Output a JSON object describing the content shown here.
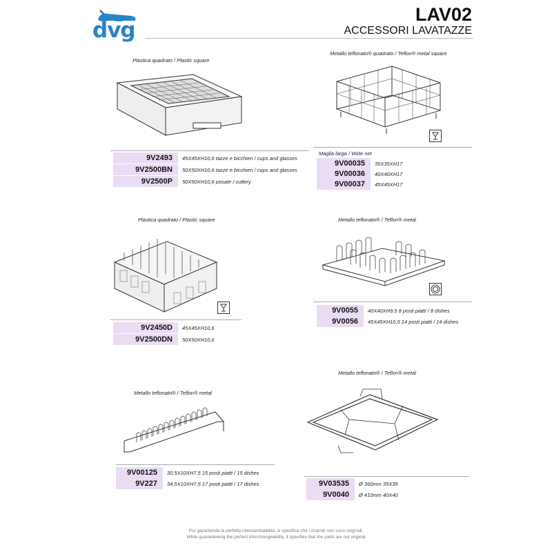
{
  "header": {
    "logo": "dvg",
    "code": "LAV02",
    "subtitle": "ACCESSORI LAVATAZZE"
  },
  "sections": {
    "s1": {
      "caption": "Plastica quadrato / Plastic square",
      "illustration": "plastic-square-rack-icon",
      "products": [
        {
          "code": "9V2493",
          "desc": "45X45XH10,6 tazze e bicchieri / cups and glasses"
        },
        {
          "code": "9V2500BN",
          "desc": "50X50XH10,6 tazze e bicchieri / cups and glasses"
        },
        {
          "code": "9V2500P",
          "desc": "50X50XH10,6 posate / cutlery"
        }
      ]
    },
    "s2": {
      "caption": "Metallo teflonato® quadrato / Teflon® metal square",
      "illustration": "wire-compartment-rack-icon",
      "symbol": "glass-symbol-icon",
      "subcaption": "Maglia larga / Wide net",
      "products": [
        {
          "code": "9V00035",
          "desc": "35X35XH17"
        },
        {
          "code": "9V00036",
          "desc": "40X40XH17"
        },
        {
          "code": "9V00037",
          "desc": "45X45XH17"
        }
      ]
    },
    "s3": {
      "caption": "Plastica quadrato / Plastic square",
      "illustration": "plastic-peg-rack-icon",
      "symbol": "glass-symbol-icon",
      "products": [
        {
          "code": "9V2450D",
          "desc": "45X45XH10,6"
        },
        {
          "code": "9V2500DN",
          "desc": "50X50XH10,6"
        }
      ]
    },
    "s4": {
      "caption": "Metallo teflonato® / Teflon® metal",
      "illustration": "wire-plate-rack-icon",
      "symbol": "plate-symbol-icon",
      "products": [
        {
          "code": "9V0055",
          "desc": "40X40XH9,5 8 posti piatti / 8 dishes"
        },
        {
          "code": "9V0056",
          "desc": "45X45XH10,5 14 posti piatti / 14 dishes"
        }
      ]
    },
    "s5": {
      "caption": "Metallo teflonato® / Teflon® metal",
      "illustration": "wire-dish-rack-icon",
      "products": [
        {
          "code": "9V00125",
          "desc": "30,5X10XH7,5 15 posti piatti / 15 dishes"
        },
        {
          "code": "9V227",
          "desc": "34,5X10XH7,5 17 posti piatti / 17 dishes"
        }
      ]
    },
    "s6": {
      "caption": "Metallo teflonato® / Teflon® metal",
      "illustration": "wire-frame-rack-icon",
      "products": [
        {
          "code": "9V03535",
          "desc": "Ø 360mm 35X35"
        },
        {
          "code": "9V0040",
          "desc": "Ø 410mm 40X40"
        }
      ]
    }
  },
  "footer": {
    "line1": "Pur garantendo la perfetta intercambiabilità, si specifica che i ricambi non sono originali.",
    "line2": "While guaranteeing the perfect interchangeability, it specifies that the parts are not original"
  }
}
